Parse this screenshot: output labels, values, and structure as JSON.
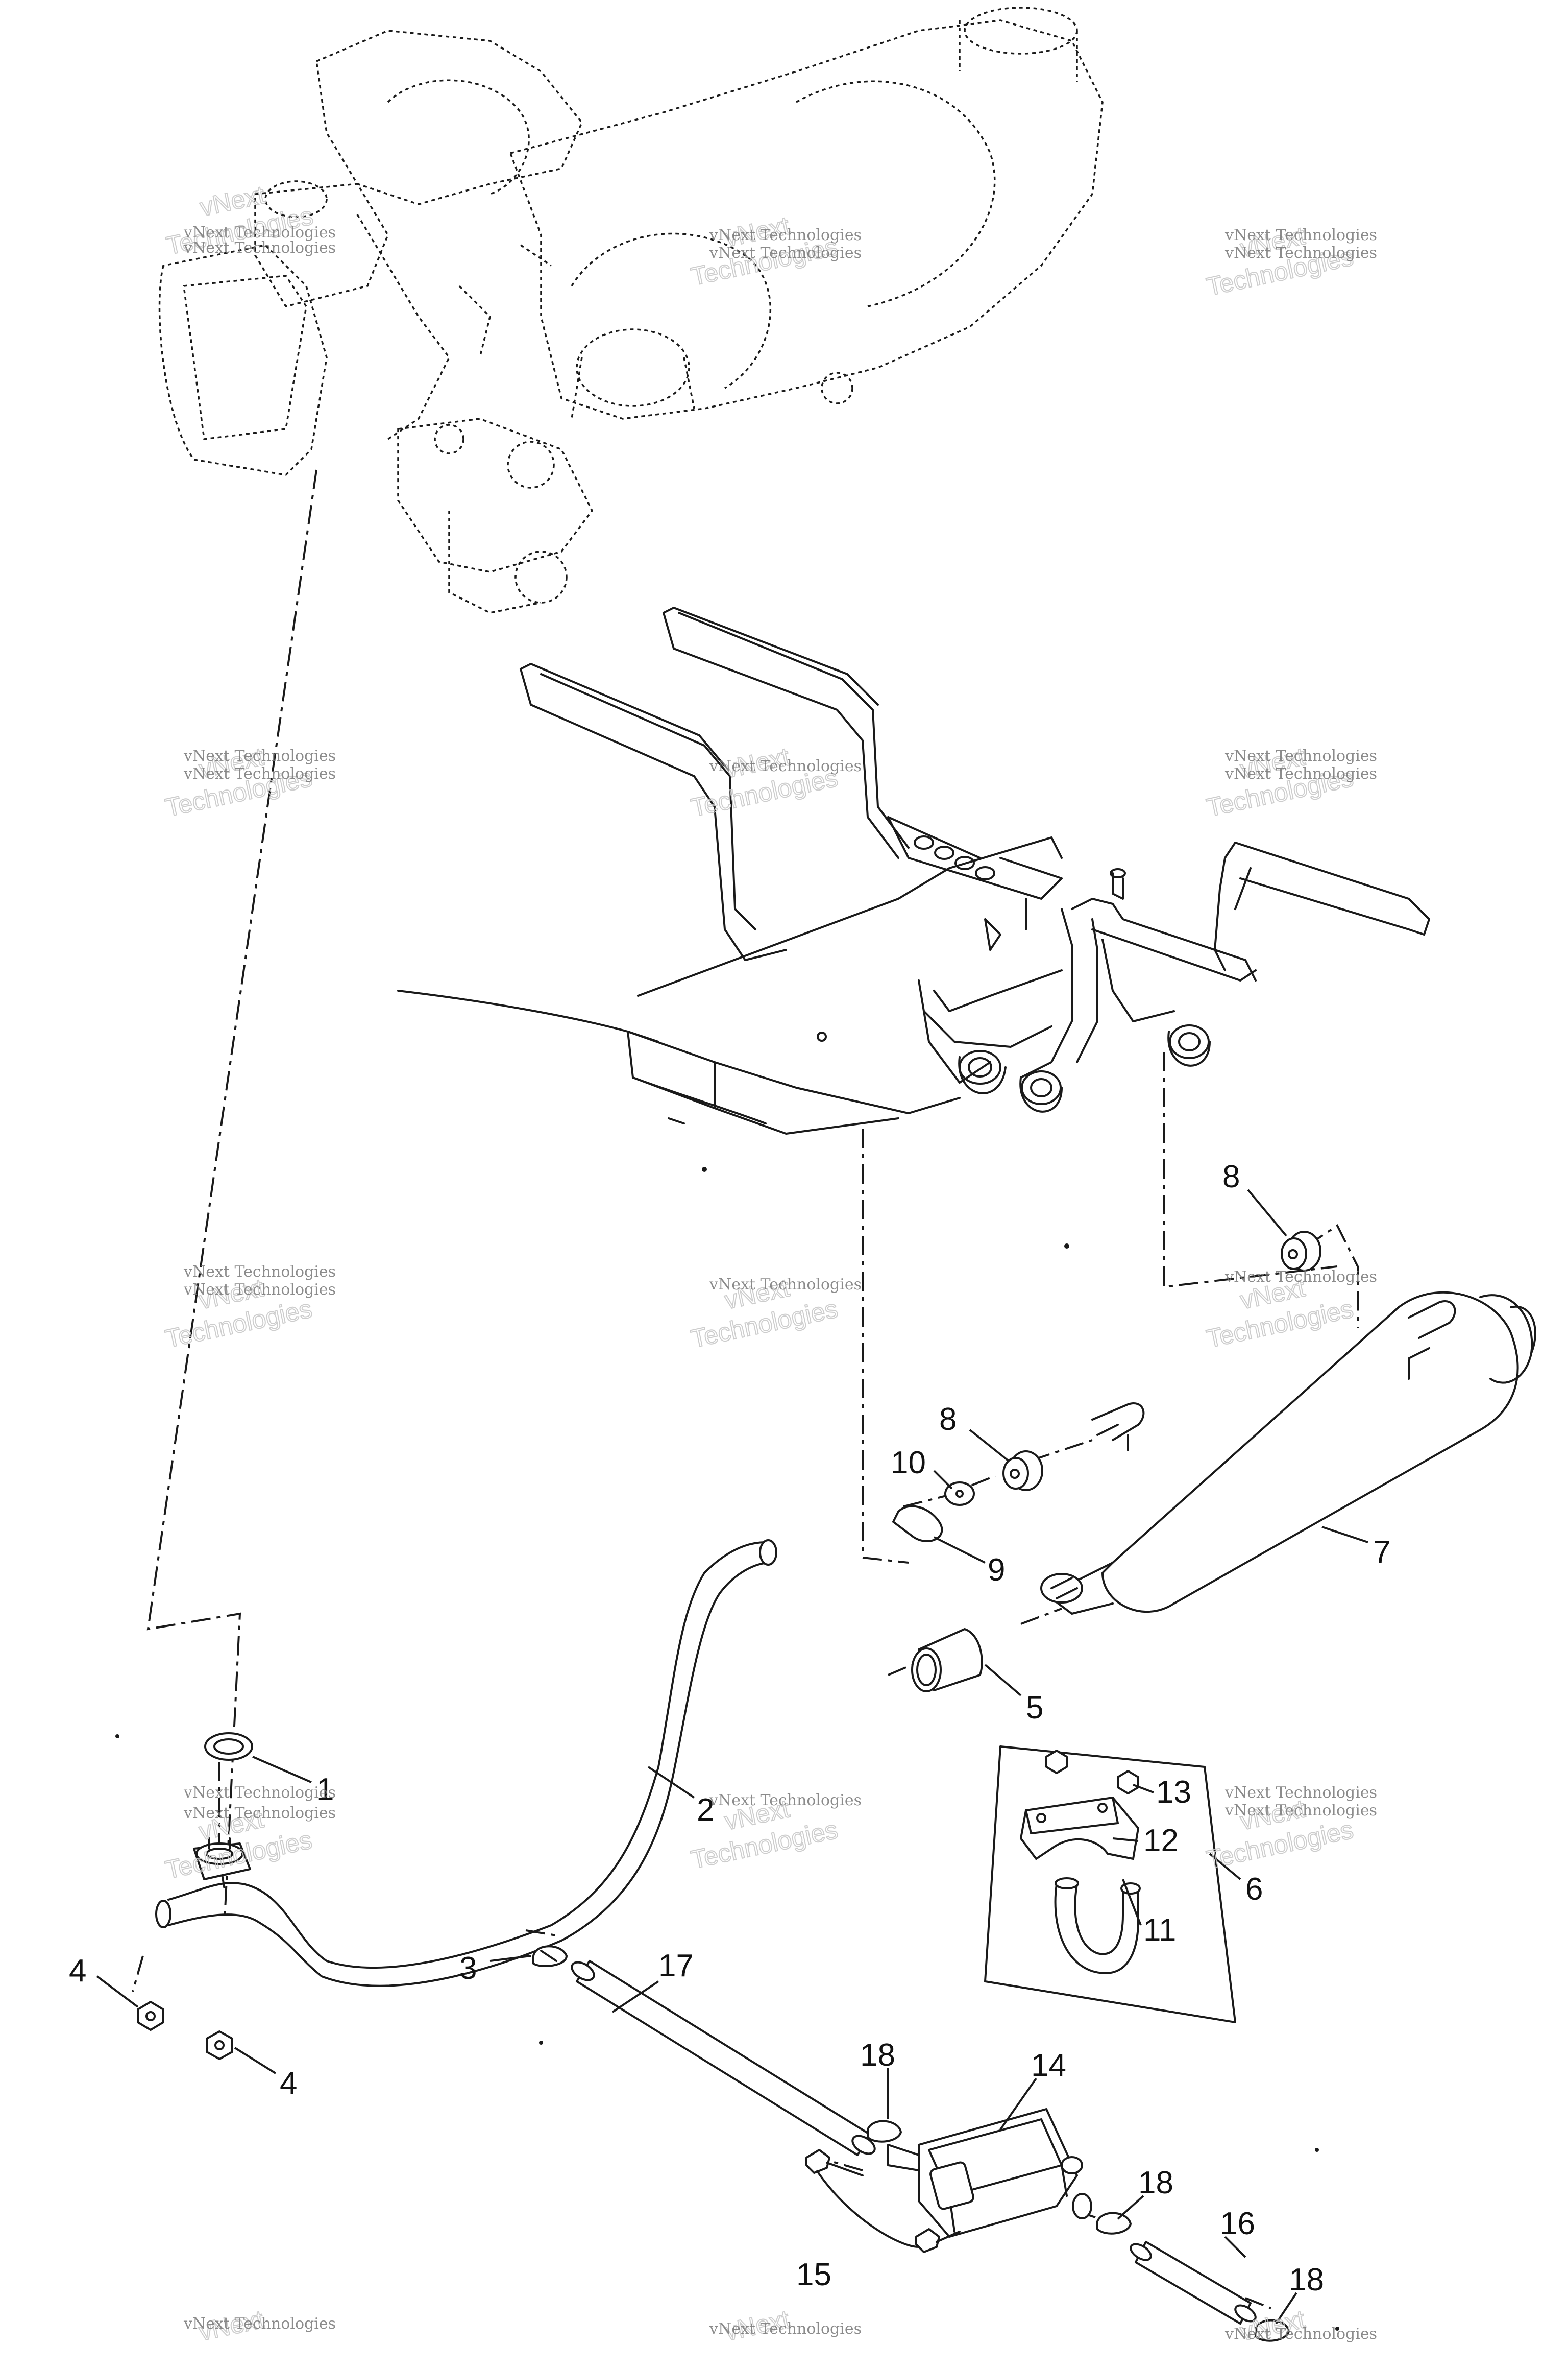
{
  "watermark": {
    "line1": "vNext Technologies",
    "line2": "vNext",
    "line3": "Technologies"
  },
  "callouts": {
    "c1": "1",
    "c2": "2",
    "c3": "3",
    "c4a": "4",
    "c4b": "4",
    "c5": "5",
    "c6": "6",
    "c7": "7",
    "c8a": "8",
    "c8b": "8",
    "c9": "9",
    "c10": "10",
    "c11": "11",
    "c12": "12",
    "c13": "13",
    "c14": "14",
    "c15": "15",
    "c16": "16",
    "c17": "17",
    "c18a": "18",
    "c18b": "18",
    "c18c": "18"
  }
}
